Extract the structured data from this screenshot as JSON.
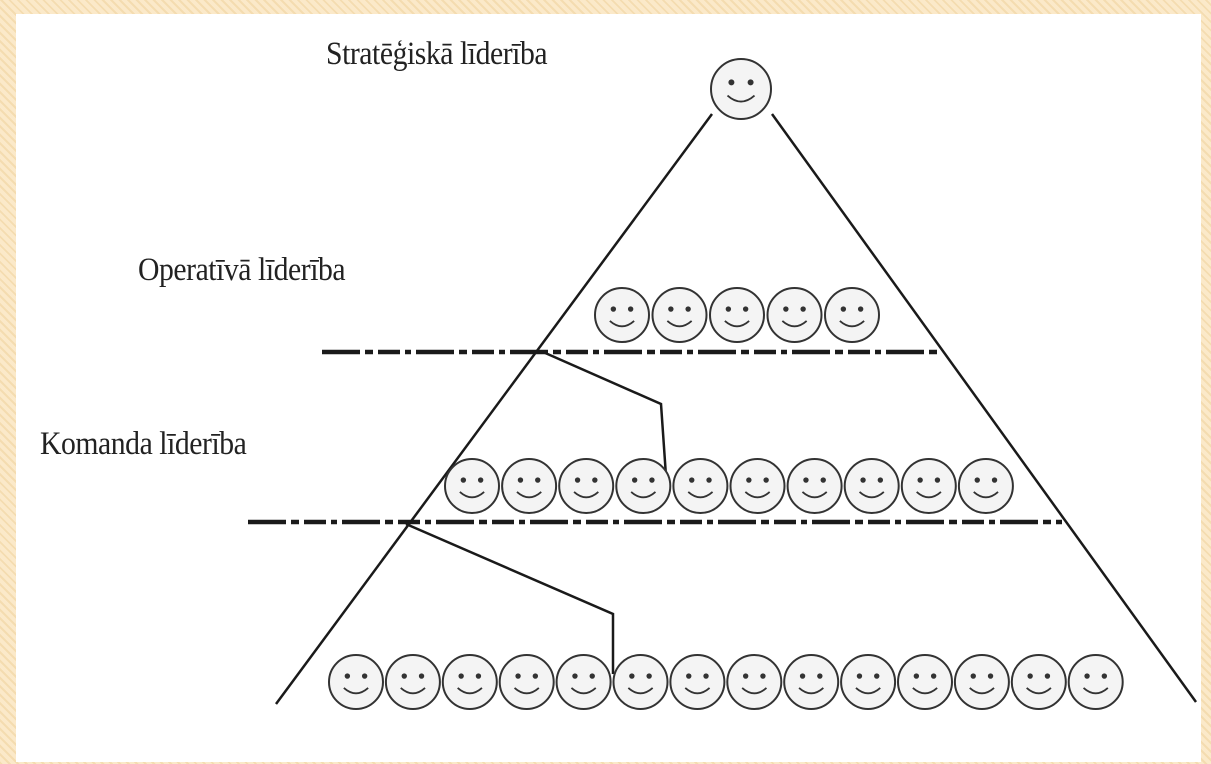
{
  "levels": [
    {
      "label": "Stratēģiskā līderība",
      "people": 1
    },
    {
      "label": "Operatīvā līderība",
      "people": 5
    },
    {
      "label": "Komanda līderība",
      "people": 10
    },
    {
      "label": "",
      "people": 14
    }
  ],
  "colors": {
    "line": "#1a1a1a",
    "face_fill": "#f4f4f4",
    "face_stroke": "#333333",
    "background": "#fbe9c9",
    "panel": "#ffffff"
  },
  "icons": [
    "smiley-face-icon"
  ]
}
